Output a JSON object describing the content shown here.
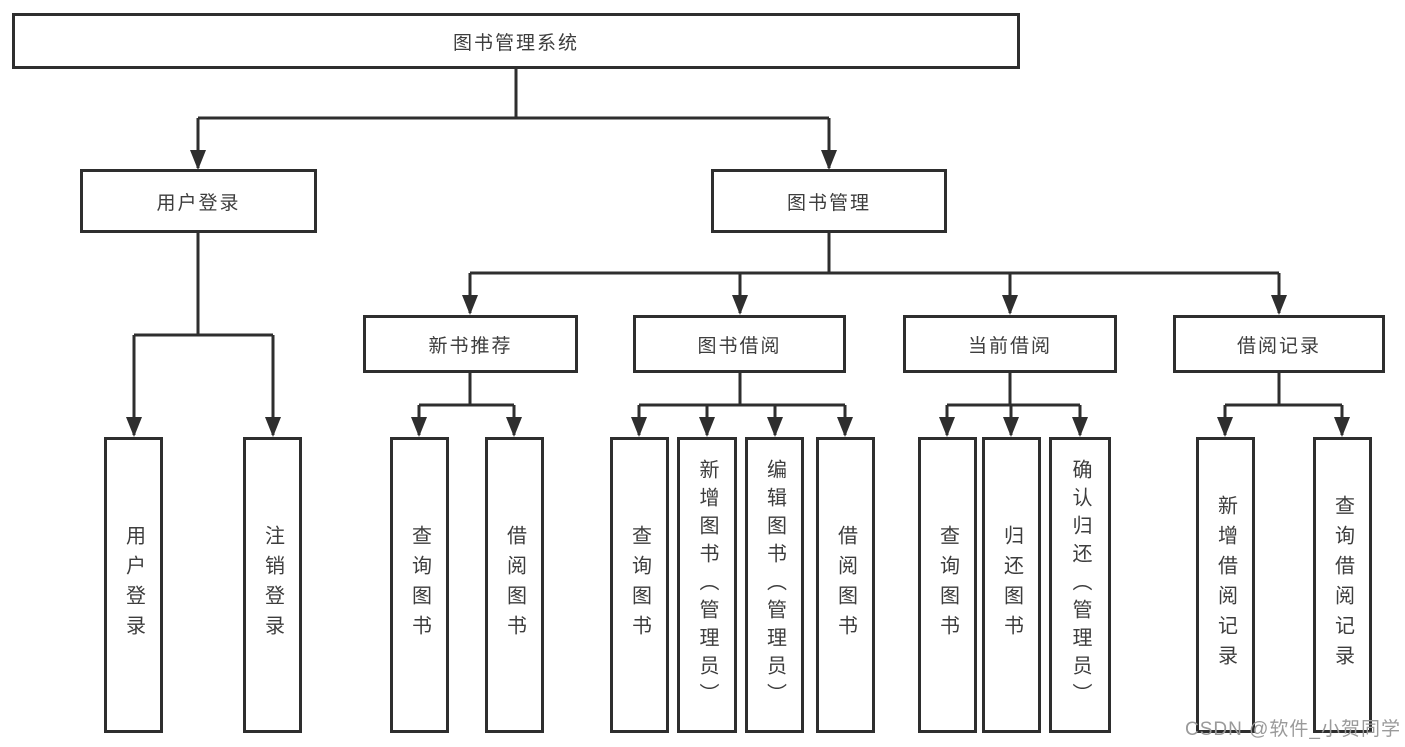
{
  "tree": {
    "label": "图书管理系统",
    "children": [
      {
        "label": "用户登录",
        "children": [
          {
            "label": "用户登录"
          },
          {
            "label": "注销登录"
          }
        ]
      },
      {
        "label": "图书管理",
        "children": [
          {
            "label": "新书推荐",
            "children": [
              {
                "label": "查询图书"
              },
              {
                "label": "借阅图书"
              }
            ]
          },
          {
            "label": "图书借阅",
            "children": [
              {
                "label": "查询图书"
              },
              {
                "label": "新增图书（管理员）"
              },
              {
                "label": "编辑图书（管理员）"
              },
              {
                "label": "借阅图书"
              }
            ]
          },
          {
            "label": "当前借阅",
            "children": [
              {
                "label": "查询图书"
              },
              {
                "label": "归还图书"
              },
              {
                "label": "确认归还（管理员）"
              }
            ]
          },
          {
            "label": "借阅记录",
            "children": [
              {
                "label": "新增借阅记录"
              },
              {
                "label": "查询借阅记录"
              }
            ]
          }
        ]
      }
    ]
  },
  "watermark": "CSDN @软件_小贺同学",
  "colors": {
    "line": "#2e2e2e",
    "text": "#3d3d3d",
    "background": "#ffffff",
    "watermark": "#9a9a9a"
  }
}
